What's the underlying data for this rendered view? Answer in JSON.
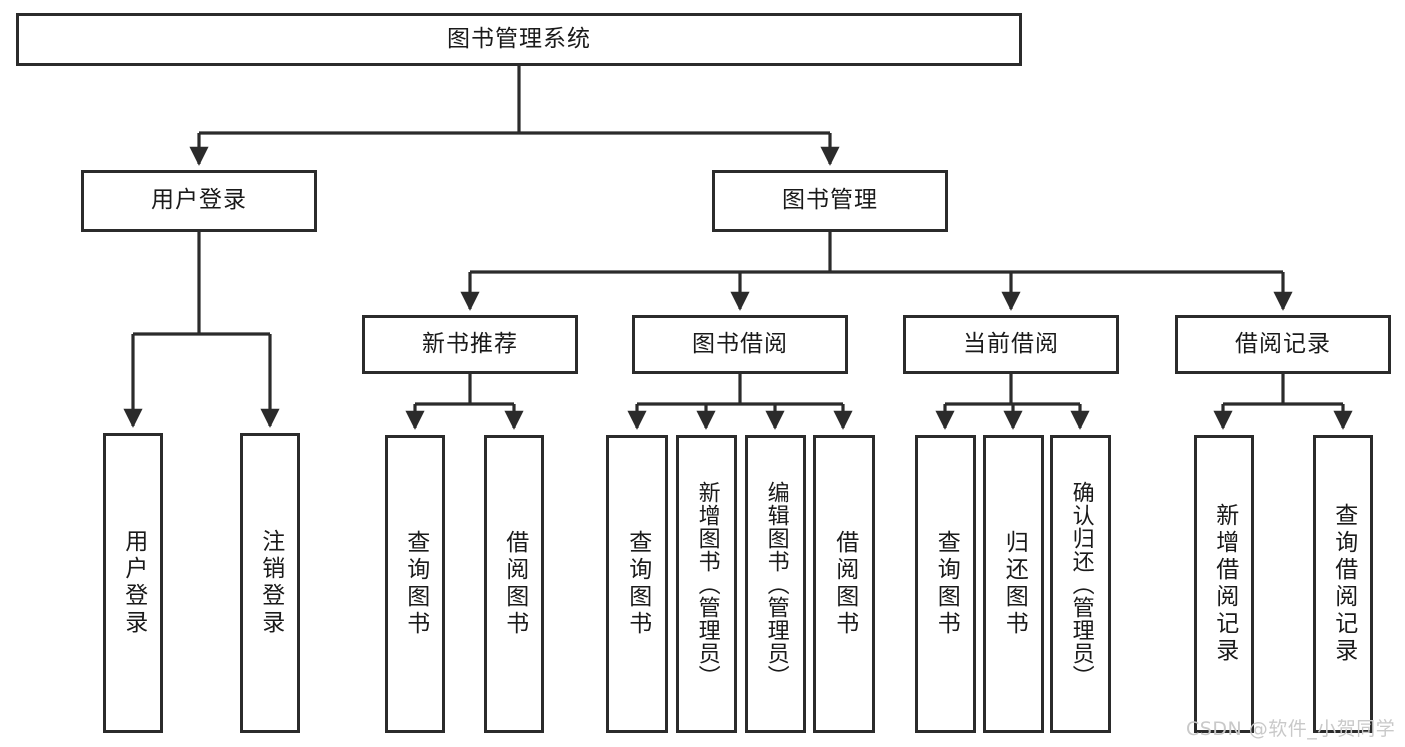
{
  "diagram": {
    "title": "图书管理系统",
    "type": "tree-hierarchy-diagram",
    "orientation": "top-down",
    "colors": {
      "box_border": "#2b2b2b",
      "box_fill": "#ffffff",
      "connector": "#2b2b2b",
      "text": "#1a1a1a",
      "background": "#ffffff",
      "watermark": "#c9c9c9"
    }
  },
  "nodes": {
    "root": {
      "label": "图书管理系统",
      "level": 1
    },
    "level2": [
      {
        "id": "user-login",
        "label": "用户登录"
      },
      {
        "id": "book-management",
        "label": "图书管理"
      }
    ],
    "level3": [
      {
        "id": "new-book-recommend",
        "label": "新书推荐"
      },
      {
        "id": "book-borrow",
        "label": "图书借阅"
      },
      {
        "id": "current-borrow",
        "label": "当前借阅"
      },
      {
        "id": "borrow-record",
        "label": "借阅记录"
      }
    ],
    "leaves": {
      "user-login": [
        {
          "id": "leaf-user-login",
          "label": "用户登录"
        },
        {
          "id": "leaf-user-logout",
          "label": "注销登录"
        }
      ],
      "new-book-recommend": [
        {
          "id": "leaf-query-book-1",
          "label": "查询图书"
        },
        {
          "id": "leaf-borrow-book-1",
          "label": "借阅图书"
        }
      ],
      "book-borrow": [
        {
          "id": "leaf-query-book-2",
          "label": "查询图书"
        },
        {
          "id": "leaf-add-book",
          "label": "新增图书（管理员）"
        },
        {
          "id": "leaf-edit-book",
          "label": "编辑图书（管理员）"
        },
        {
          "id": "leaf-borrow-book-2",
          "label": "借阅图书"
        }
      ],
      "current-borrow": [
        {
          "id": "leaf-query-book-3",
          "label": "查询图书"
        },
        {
          "id": "leaf-return-book",
          "label": "归还图书"
        },
        {
          "id": "leaf-confirm-return",
          "label": "确认归还（管理员）"
        }
      ],
      "borrow-record": [
        {
          "id": "leaf-add-record",
          "label": "新增借阅记录"
        },
        {
          "id": "leaf-query-record",
          "label": "查询借阅记录"
        }
      ]
    }
  },
  "watermark": {
    "text": "CSDN @软件_小贺同学"
  }
}
